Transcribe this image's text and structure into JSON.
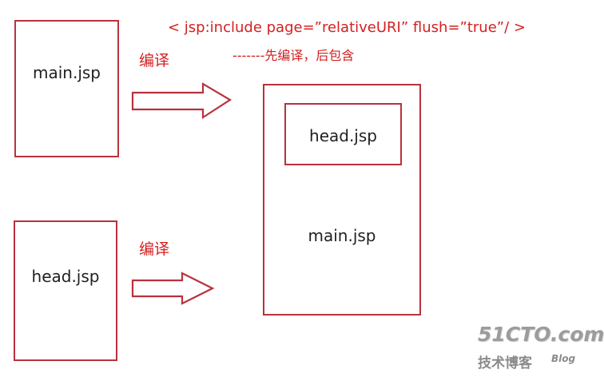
{
  "annotation": {
    "include_syntax": "< jsp:include page=”relativeURI” flush=”true”/ >",
    "include_note": "-------先编译，后包含"
  },
  "sources": {
    "main_box": {
      "label": "main.jsp"
    },
    "head_box": {
      "label": "head.jsp"
    }
  },
  "arrows": {
    "top": {
      "label": "编译"
    },
    "bottom": {
      "label": "编译"
    }
  },
  "result": {
    "outer_label": "main.jsp",
    "inner_label": "head.jsp"
  },
  "watermark": {
    "logo": "51CTO.com",
    "sub": "技术博客",
    "blog": "Blog"
  },
  "colors": {
    "stroke": "#b8323c",
    "annotation_text": "#d42020",
    "label_text": "#1f1f1f"
  }
}
